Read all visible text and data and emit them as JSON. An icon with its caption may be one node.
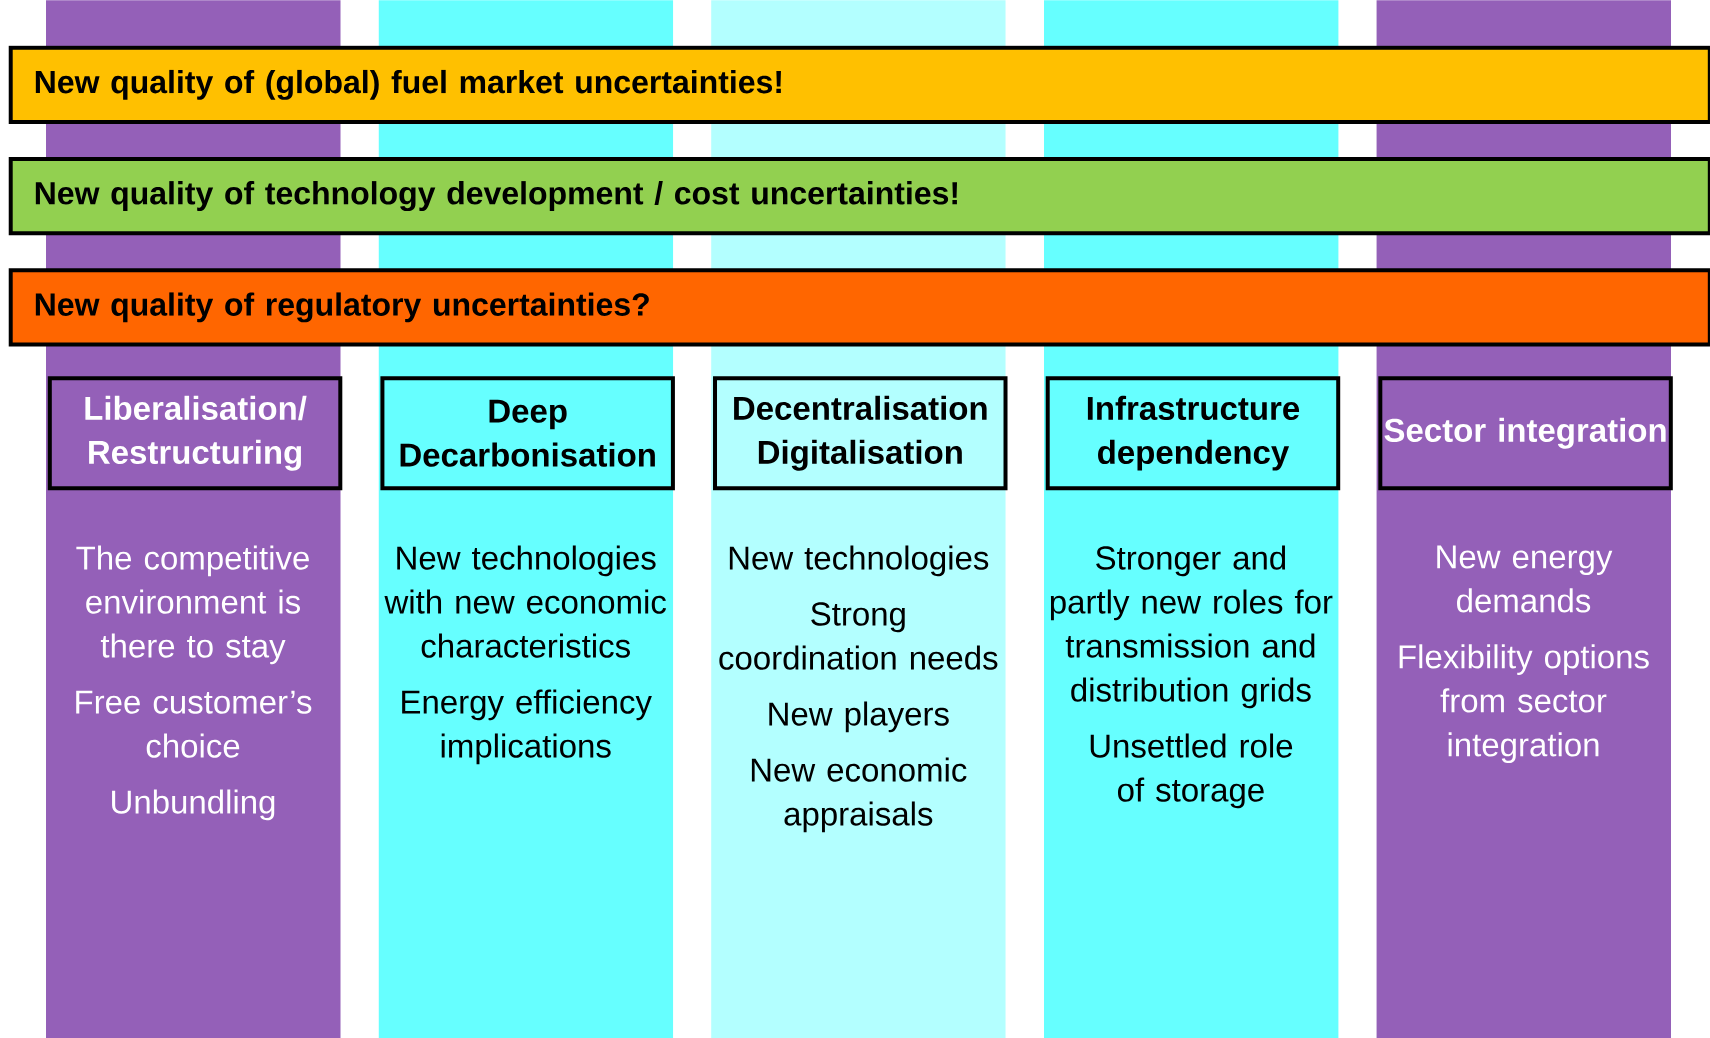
{
  "diagram": {
    "nodes": [
      {
        "text": [
          "New quality of (global) fuel market uncertainties!"
        ]
      },
      {
        "text": [
          "New quality of technology development / cost uncertainties!"
        ]
      },
      {
        "text": [
          "New quality of regulatory uncertainties?"
        ]
      },
      {
        "text": [
          "The competitive environment is there to stay",
          "Free customer’s choice",
          "Unbundling"
        ]
      },
      {
        "text": [
          "Liberalisation/ Restructuring"
        ],
        "in": 3
      },
      {
        "text": [
          "New technologies with new economic characteristics",
          "Energy efficiency implications"
        ]
      },
      {
        "text": [
          "Deep Decarbonisation"
        ],
        "in": 5
      },
      {
        "text": [
          "New technologies",
          "Strong coordination needs",
          "New players",
          "New economic appraisals"
        ]
      },
      {
        "text": [
          "Decentralisation Digitalisation"
        ],
        "in": 7
      },
      {
        "text": [
          "Stronger and partly new roles for transmission and distribution grids",
          "Unsettled role of storage"
        ]
      },
      {
        "text": [
          "Infrastructure dependency"
        ],
        "in": 9
      },
      {
        "text": [
          "New energy demands",
          "Flexibility options from sector integration"
        ]
      },
      {
        "text": [
          "Sector integration"
        ],
        "in": 11
      }
    ],
    "edges": []
  }
}
